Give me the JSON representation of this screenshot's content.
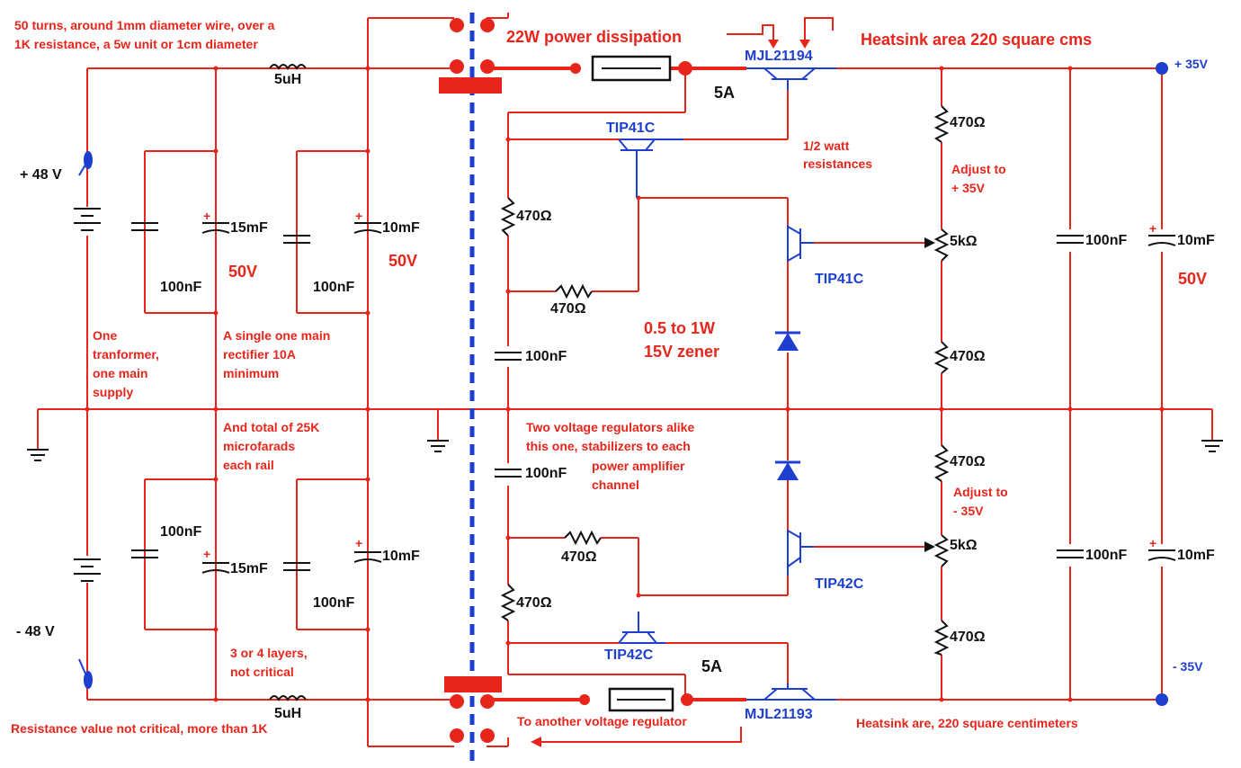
{
  "notes": {
    "wire_note_1": "50 turns, around 1mm diameter wire, over a",
    "wire_note_2": "1K resistance, a 5w unit or 1cm diameter",
    "power_dissipation": "22W power dissipation",
    "heatsink_top": "Heatsink area 220 square cms",
    "heatsink_bottom": "Heatsink are, 220 square centimeters",
    "half_watt_1": "1/2 watt",
    "half_watt_2": "resistances",
    "adjust_pos_1": "Adjust to",
    "adjust_pos_2": "+ 35V",
    "adjust_neg_1": "Adjust to",
    "adjust_neg_2": "- 35V",
    "transformer_1": "One",
    "transformer_2": "tranformer,",
    "transformer_3": "one main",
    "transformer_4": "supply",
    "rectifier_1": "A single one main",
    "rectifier_2": "rectifier 10A",
    "rectifier_3": "minimum",
    "total_1": "And total of 25K",
    "total_2": "microfarads",
    "total_3": "each rail",
    "zener_1": "0.5 to 1W",
    "zener_2": "15V zener",
    "two_reg_1": "Two voltage regulators alike",
    "two_reg_2": "this one, stabilizers to each",
    "two_reg_3": "power amplifier",
    "two_reg_4": "channel",
    "layers_1": "3 or 4 layers,",
    "layers_2": "not critical",
    "resistance_note": "Resistance value not critical, more than 1K",
    "another_reg": "To another voltage regulator",
    "volt_50_a": "50V",
    "volt_50_b": "50V",
    "volt_50_c": "50V"
  },
  "labels": {
    "plus48": "+ 48 V",
    "minus48": "-  48 V",
    "plus35": "+ 35V",
    "minus35": "- 35V",
    "l_top": "5uH",
    "l_bot": "5uH",
    "c15_top": "15mF",
    "c10_top": "10mF",
    "c100_top_a": "100nF",
    "c100_top_b": "100nF",
    "c100_bot_a": "100nF",
    "c15_bot": "15mF",
    "c100_bot_b": "100nF",
    "c10_bot": "10mF",
    "r470_a": "470Ω",
    "r470_b": "470Ω",
    "c100_mid_a": "100nF",
    "c100_mid_b": "100nF",
    "r470_c": "470Ω",
    "r470_d": "470Ω",
    "fuse_current_top": "5A",
    "fuse_current_bot": "5A",
    "r470_right_a": "470Ω",
    "pot_top": "5kΩ",
    "r470_right_b": "470Ω",
    "r470_right_c": "470Ω",
    "pot_bot": "5kΩ",
    "r470_right_d": "470Ω",
    "c100_right_top": "100nF",
    "c10_right_top": "10mF",
    "c100_right_bot": "100nF",
    "c10_right_bot": "10mF"
  },
  "parts": {
    "q_mjl21194": "MJL21194",
    "q_mjl21193": "MJL21193",
    "q_tip41c_a": "TIP41C",
    "q_tip41c_b": "TIP41C",
    "q_tip42c_a": "TIP42C",
    "q_tip42c_b": "TIP42C"
  },
  "colors": {
    "wire": "#e8251b",
    "component": "#111111",
    "transistor": "#1d3fd0",
    "board_edge": "#1d3fd0"
  }
}
